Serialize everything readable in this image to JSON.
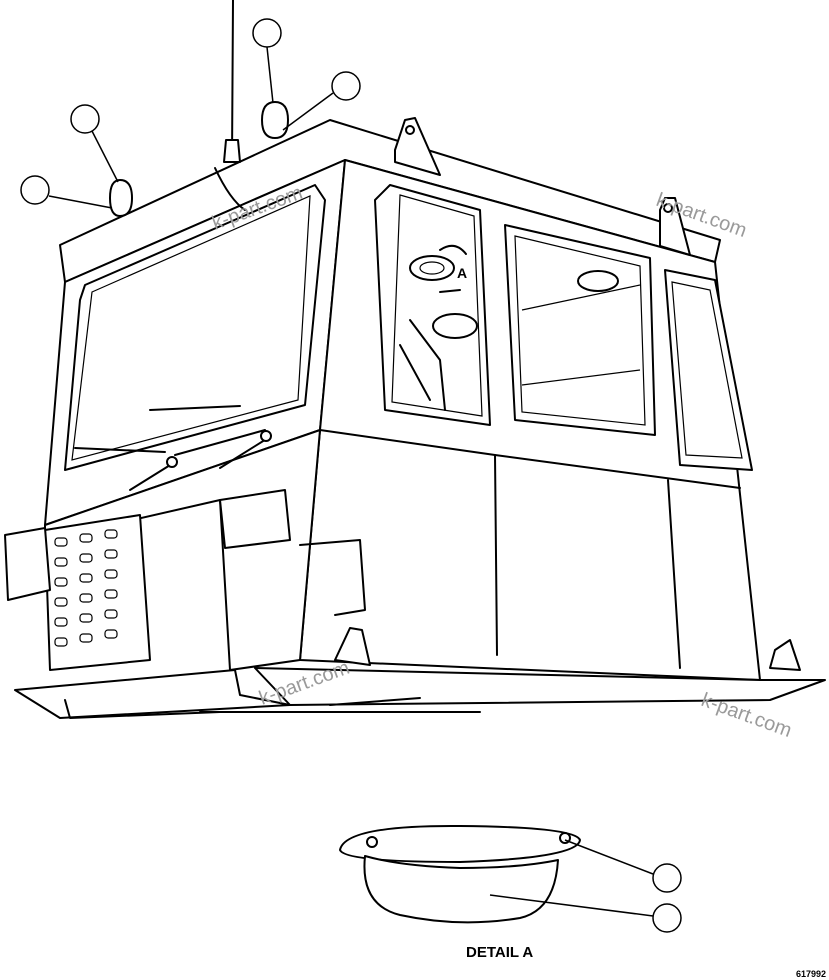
{
  "detail_label": "DETAIL A",
  "view_marker": "A",
  "drawing_number": "617992",
  "watermark": "k-part.com",
  "callouts": [
    {
      "id": "callout-antenna-light"
    },
    {
      "id": "callout-rear-light"
    },
    {
      "id": "callout-left-light"
    },
    {
      "id": "callout-left-lower"
    },
    {
      "id": "callout-detail-rim"
    },
    {
      "id": "callout-detail-lens"
    }
  ]
}
